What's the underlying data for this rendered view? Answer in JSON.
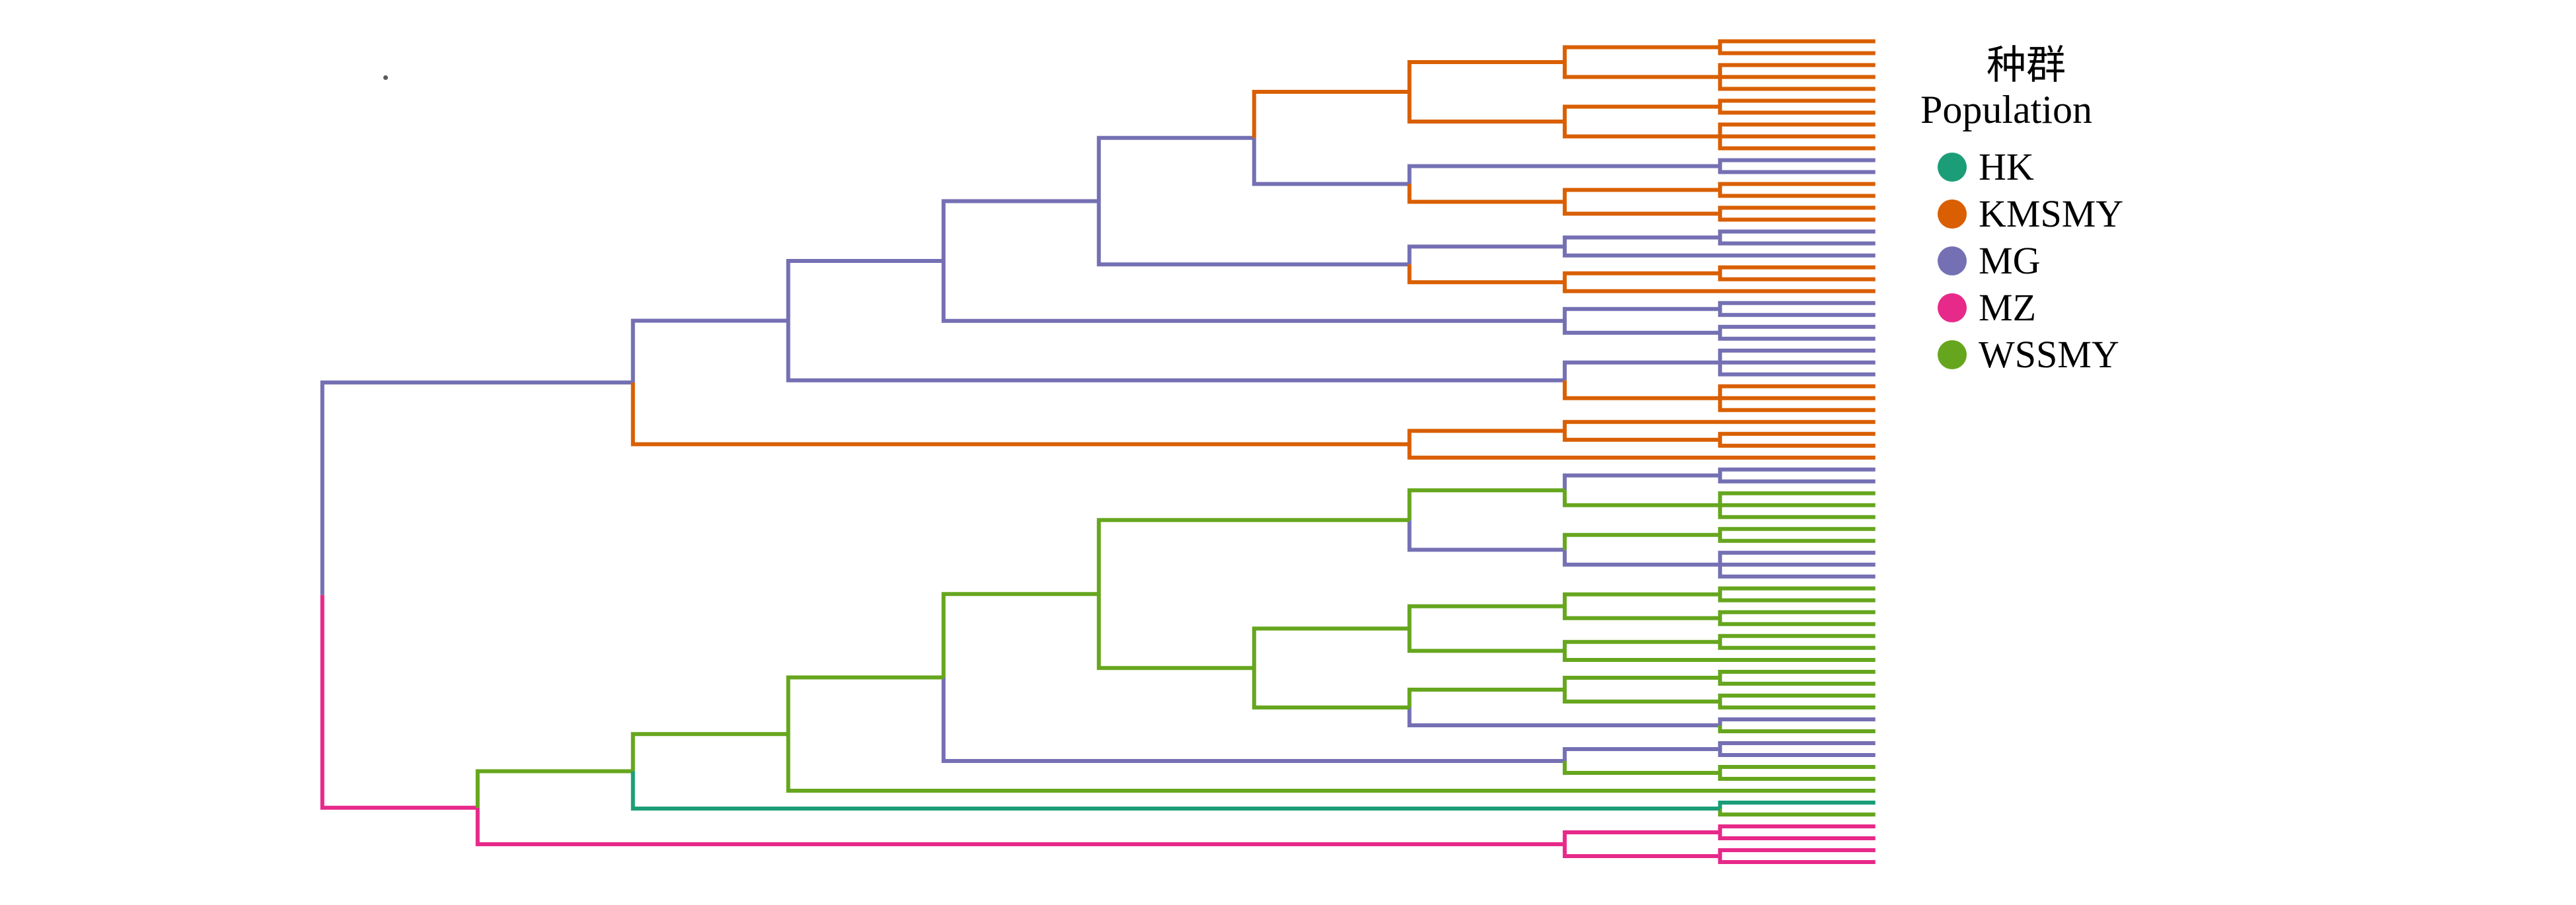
{
  "figure": {
    "background_color": "#ffffff",
    "type": "phylogenetic-tree",
    "orientation": "left-to-right",
    "tips_aligned": true
  },
  "legend": {
    "title_zh": "种群",
    "title_en": "Population",
    "items": [
      {
        "label": "HK",
        "color": "#1b9e77"
      },
      {
        "label": "KMSMY",
        "color": "#d95f02"
      },
      {
        "label": "MG",
        "color": "#7570b3"
      },
      {
        "label": "MZ",
        "color": "#e7298a"
      },
      {
        "label": "WSSMY",
        "color": "#66a61e"
      }
    ]
  },
  "tree": {
    "population_colors": {
      "HK": "#1b9e77",
      "KMSMY": "#d95f02",
      "MG": "#7570b3",
      "MZ": "#e7298a",
      "WSSMY": "#66a61e"
    },
    "root": [
      "MG",
      [
        "MG",
        [
          "MG",
          [
            "MG",
            [
              "MG",
              [
                "MG",
                [
                  "KMSMY",
                  [
                    "KMSMY",
                    [
                      "KMSMY",
                      "KMSMY",
                      "KMSMY"
                    ],
                    [
                      "KMSMY",
                      "KMSMY",
                      "KMSMY",
                      "KMSMY"
                    ]
                  ],
                  [
                    "KMSMY",
                    [
                      "KMSMY",
                      "KMSMY",
                      "KMSMY"
                    ],
                    [
                      "KMSMY",
                      "KMSMY",
                      "KMSMY",
                      "KMSMY"
                    ]
                  ]
                ],
                [
                  "MG",
                  [
                    "MG",
                    "MG",
                    "MG"
                  ],
                  [
                    "KMSMY",
                    [
                      "KMSMY",
                      "KMSMY",
                      "KMSMY"
                    ],
                    [
                      "KMSMY",
                      "KMSMY",
                      "KMSMY"
                    ]
                  ]
                ]
              ],
              [
                "MG",
                [
                  "MG",
                  [
                    "MG",
                    "MG",
                    "MG"
                  ],
                  "MG"
                ],
                [
                  "KMSMY",
                  [
                    "KMSMY",
                    "KMSMY",
                    "KMSMY"
                  ],
                  "KMSMY"
                ]
              ]
            ],
            [
              "MG",
              [
                "MG",
                "MG",
                "MG"
              ],
              [
                "MG",
                "MG",
                "MG"
              ]
            ]
          ],
          [
            "MG",
            [
              "MG",
              "MG",
              "MG",
              "MG"
            ],
            [
              "KMSMY",
              "KMSMY",
              "KMSMY",
              "KMSMY"
            ]
          ]
        ],
        [
          "KMSMY",
          [
            "KMSMY",
            "KMSMY",
            [
              "KMSMY",
              "KMSMY",
              "KMSMY"
            ]
          ],
          "KMSMY"
        ]
      ],
      [
        "MZ",
        [
          "WSSMY",
          [
            "WSSMY",
            [
              "WSSMY",
              [
                "WSSMY",
                [
                  "WSSMY",
                  [
                    "WSSMY",
                    [
                      "MG",
                      "MG",
                      "MG"
                    ],
                    [
                      "WSSMY",
                      "WSSMY",
                      "WSSMY",
                      "WSSMY"
                    ]
                  ],
                  [
                    "MG",
                    [
                      "WSSMY",
                      "WSSMY",
                      "WSSMY"
                    ],
                    [
                      "MG",
                      "MG",
                      "MG",
                      "MG"
                    ]
                  ]
                ],
                [
                  "WSSMY",
                  [
                    "WSSMY",
                    [
                      "WSSMY",
                      [
                        "WSSMY",
                        "WSSMY",
                        "WSSMY"
                      ],
                      [
                        "WSSMY",
                        "WSSMY",
                        "WSSMY"
                      ]
                    ],
                    [
                      "WSSMY",
                      [
                        "WSSMY",
                        "WSSMY",
                        "WSSMY"
                      ],
                      "WSSMY"
                    ]
                  ],
                  [
                    "WSSMY",
                    [
                      "WSSMY",
                      [
                        "WSSMY",
                        "WSSMY",
                        "WSSMY"
                      ],
                      [
                        "WSSMY",
                        "WSSMY",
                        "WSSMY"
                      ]
                    ],
                    [
                      "MG",
                      "MG",
                      "WSSMY"
                    ]
                  ]
                ]
              ],
              [
                "MG",
                [
                  "MG",
                  "MG",
                  "MG"
                ],
                [
                  "WSSMY",
                  "WSSMY",
                  "WSSMY"
                ]
              ]
            ],
            "WSSMY"
          ],
          [
            "HK",
            "HK",
            "WSSMY"
          ]
        ],
        [
          "MZ",
          [
            "MZ",
            "MZ",
            "MZ"
          ],
          [
            "MZ",
            "MZ",
            "MZ"
          ]
        ]
      ]
    ]
  }
}
